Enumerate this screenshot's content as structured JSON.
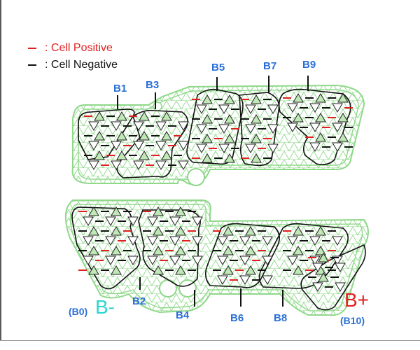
{
  "legend": {
    "positive_dash": "–",
    "positive_label": ": Cell Positive",
    "negative_dash": "–",
    "negative_label": ": Cell Negative"
  },
  "taps": {
    "b1": "B1",
    "b2": "B2",
    "b3": "B3",
    "b4": "B4",
    "b5": "B5",
    "b6": "B6",
    "b7": "B7",
    "b8": "B8",
    "b9": "B9"
  },
  "terminals": {
    "b0_code": "(B0)",
    "b0_symbol": "B-",
    "b10_code": "(B10)",
    "b10_symbol": "B+"
  },
  "colors": {
    "frame_green": "#8fd88a",
    "cell_positive": "#e02020",
    "cell_negative": "#111111",
    "tap_label": "#2a6fd6",
    "b_minus": "#2ad6d0",
    "b_plus": "#e02020"
  }
}
